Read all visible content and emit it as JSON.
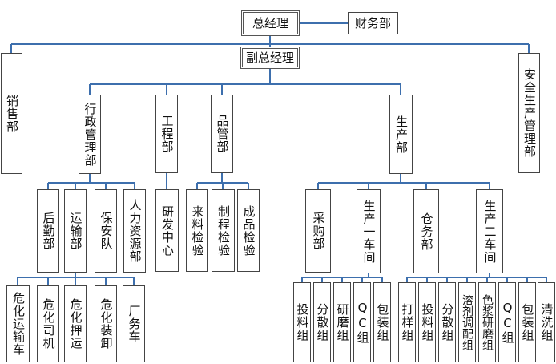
{
  "colors": {
    "line": "#3d6fad",
    "border": "#444444"
  },
  "nodes": {
    "general_manager": "总经理",
    "finance": "财务部",
    "deputy_gm": "副总经理",
    "sales": "销售部",
    "safety": "安全生产管理部",
    "admin": "行政管理部",
    "engineering": "工程部",
    "quality": "品管部",
    "production": "生产部",
    "logistics": "后勤部",
    "transport": "运输部",
    "security": "保安队",
    "hr": "人力资源部",
    "rd": "研发中心",
    "incoming_qc": "来料检验",
    "process_qc": "制程检验",
    "product_qc": "成品检验",
    "purchasing": "采购部",
    "workshop1": "生产一车间",
    "warehouse": "仓务部",
    "workshop2": "生产二车间",
    "haz_transport": "危化运输车",
    "haz_driver": "危化司机",
    "haz_escort": "危化押运",
    "haz_loader": "危化装卸",
    "factory_car": "厂务车",
    "w1_feed": "投料组",
    "w1_disperse": "分散组",
    "w1_grind": "研磨组",
    "w1_qc": "QC组",
    "w1_pack": "包装组",
    "w2_sample": "打样组",
    "w2_feed": "投料组",
    "w2_disperse": "分散组",
    "w2_solvent": "溶剂调配组",
    "w2_paste": "色浆研磨组",
    "w2_qc": "QC组",
    "w2_pack": "包装组",
    "w2_clean": "清洗组"
  }
}
